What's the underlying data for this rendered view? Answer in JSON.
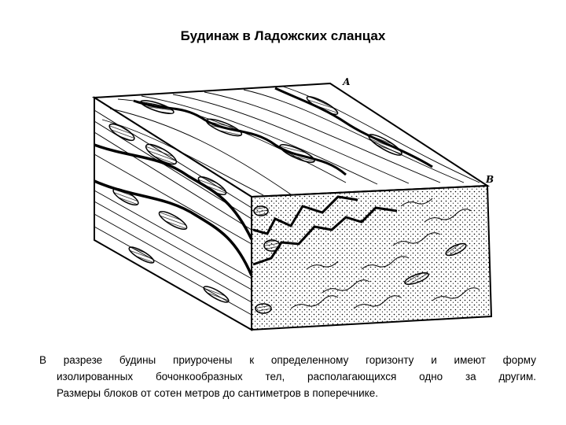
{
  "title": "Будинаж в Ладожских сланцах",
  "figure": {
    "labels": {
      "a": "А",
      "b": "В"
    }
  },
  "caption": {
    "line1": "В разрезе будины приурочены к определенному горизонту и имеют форму",
    "line2": "изолированных бочонкообразных тел, располагающихся одно за другим.",
    "line3": "Размеры блоков от сотен метров до сантиметров в поперечнике."
  }
}
